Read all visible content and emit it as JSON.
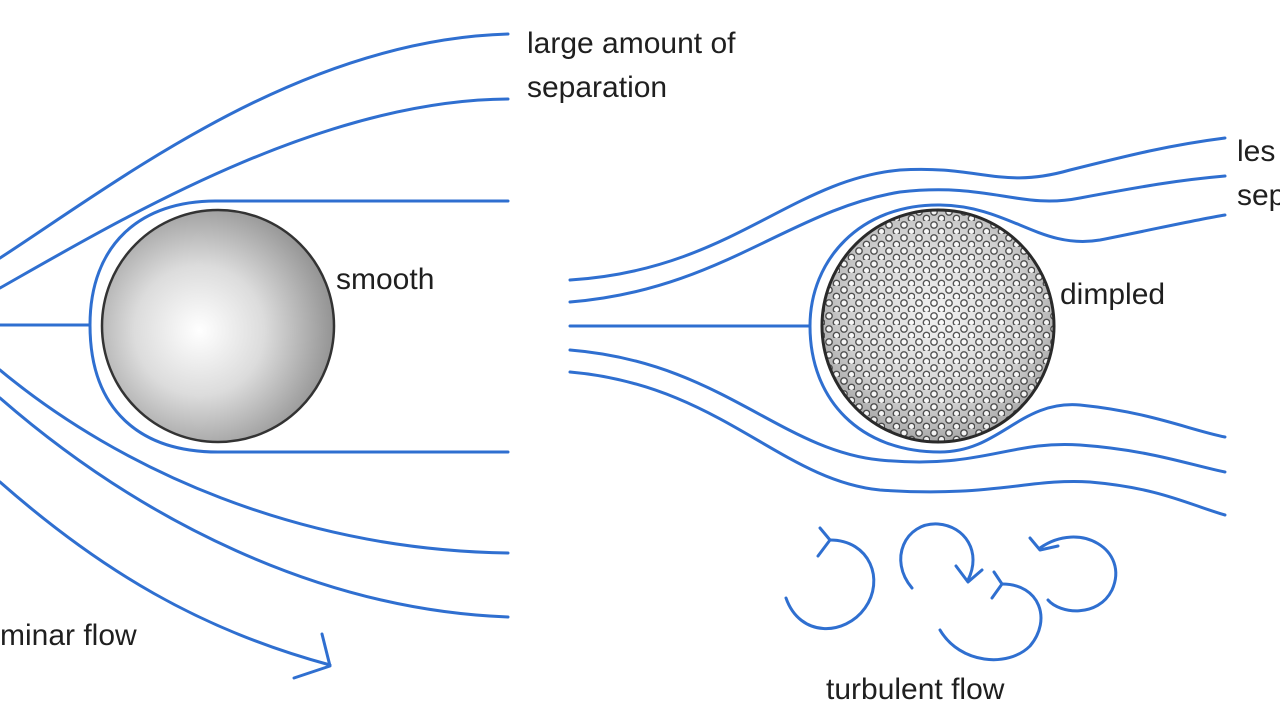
{
  "labels": {
    "separation_large": [
      "large amount of",
      "separation"
    ],
    "separation_less": [
      "les",
      "sep"
    ],
    "smooth": "smooth",
    "dimpled": "dimpled",
    "laminar_flow": "minar flow",
    "turbulent_flow": "turbulent flow"
  },
  "colors": {
    "streamline": "#2f6fd0",
    "ball_outline": "#333333",
    "text": "#1f1f1f"
  }
}
